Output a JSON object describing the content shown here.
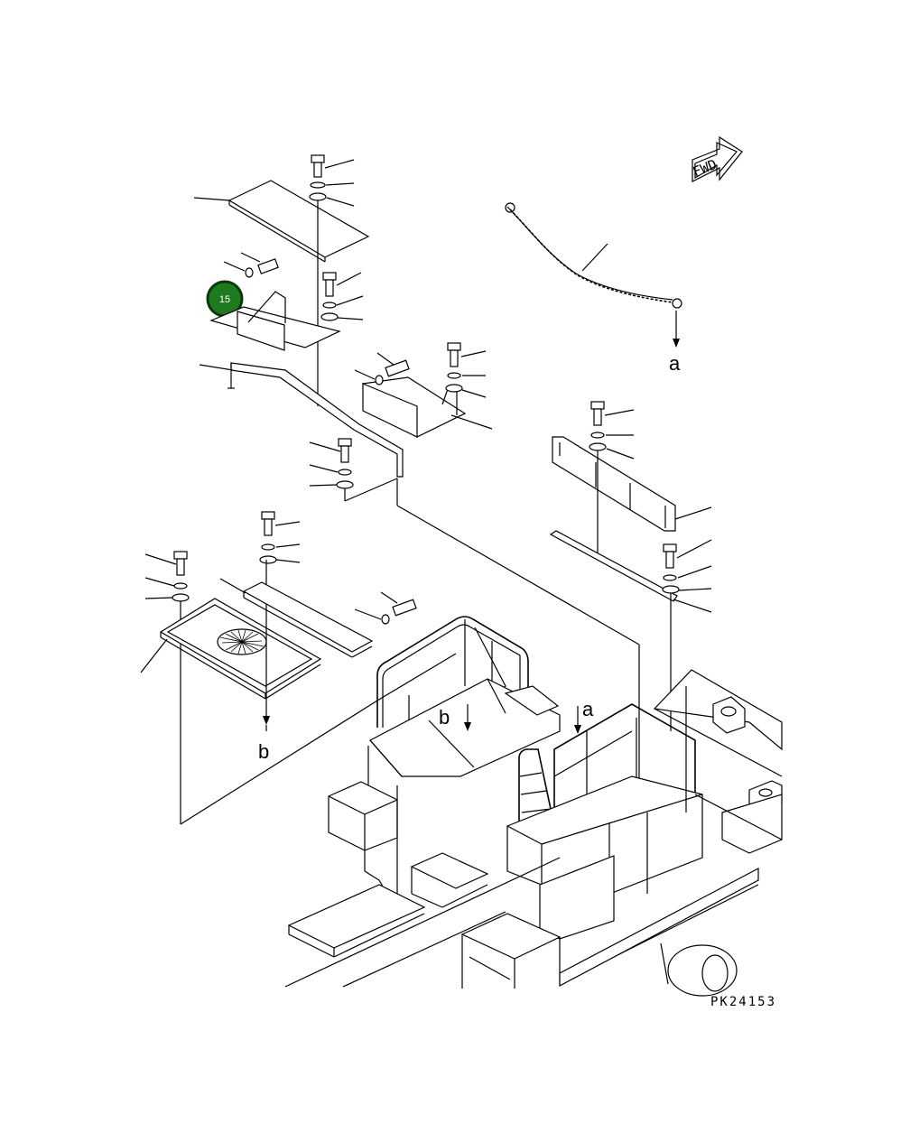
{
  "drawing": {
    "code": "PK24153",
    "direction_label": "FWD",
    "badge": {
      "label": "15",
      "fill": "#1e7a1e",
      "ring": "#0a3a0a"
    },
    "refs": {
      "a_top": "a",
      "a_bottom": "a",
      "b_left": "b",
      "b_mid": "b"
    }
  }
}
